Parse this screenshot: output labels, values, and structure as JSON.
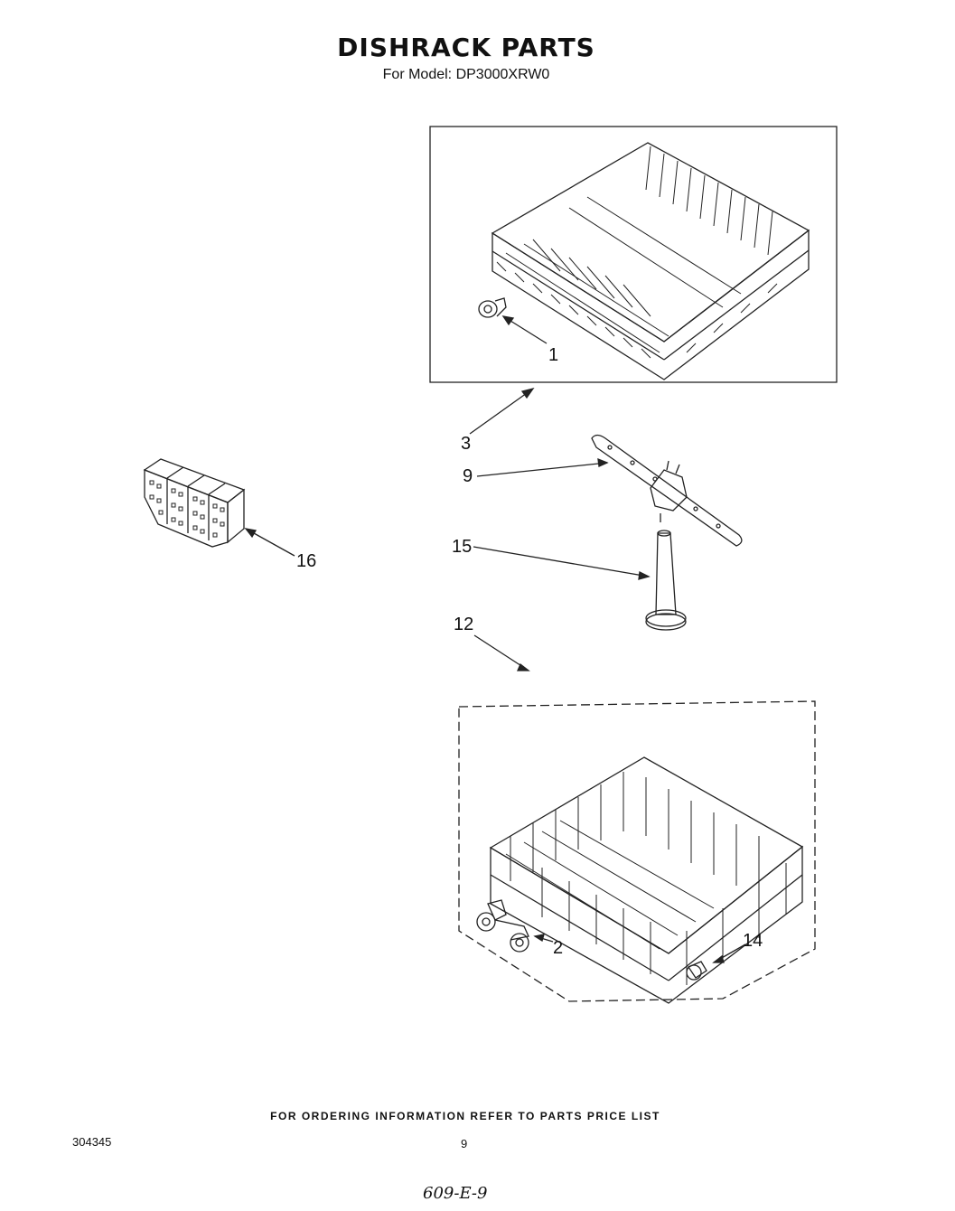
{
  "header": {
    "title": "DISHRACK PARTS",
    "subtitle": "For Model: DP3000XRW0"
  },
  "callouts": {
    "c1": "1",
    "c2": "2",
    "c3": "3",
    "c9": "9",
    "c12": "12",
    "c14": "14",
    "c15": "15",
    "c16": "16"
  },
  "footer": {
    "ordering_note": "FOR ORDERING INFORMATION REFER TO PARTS PRICE LIST",
    "document_number": "304345",
    "page_number": "9",
    "handwritten_note": "609-E-9"
  }
}
